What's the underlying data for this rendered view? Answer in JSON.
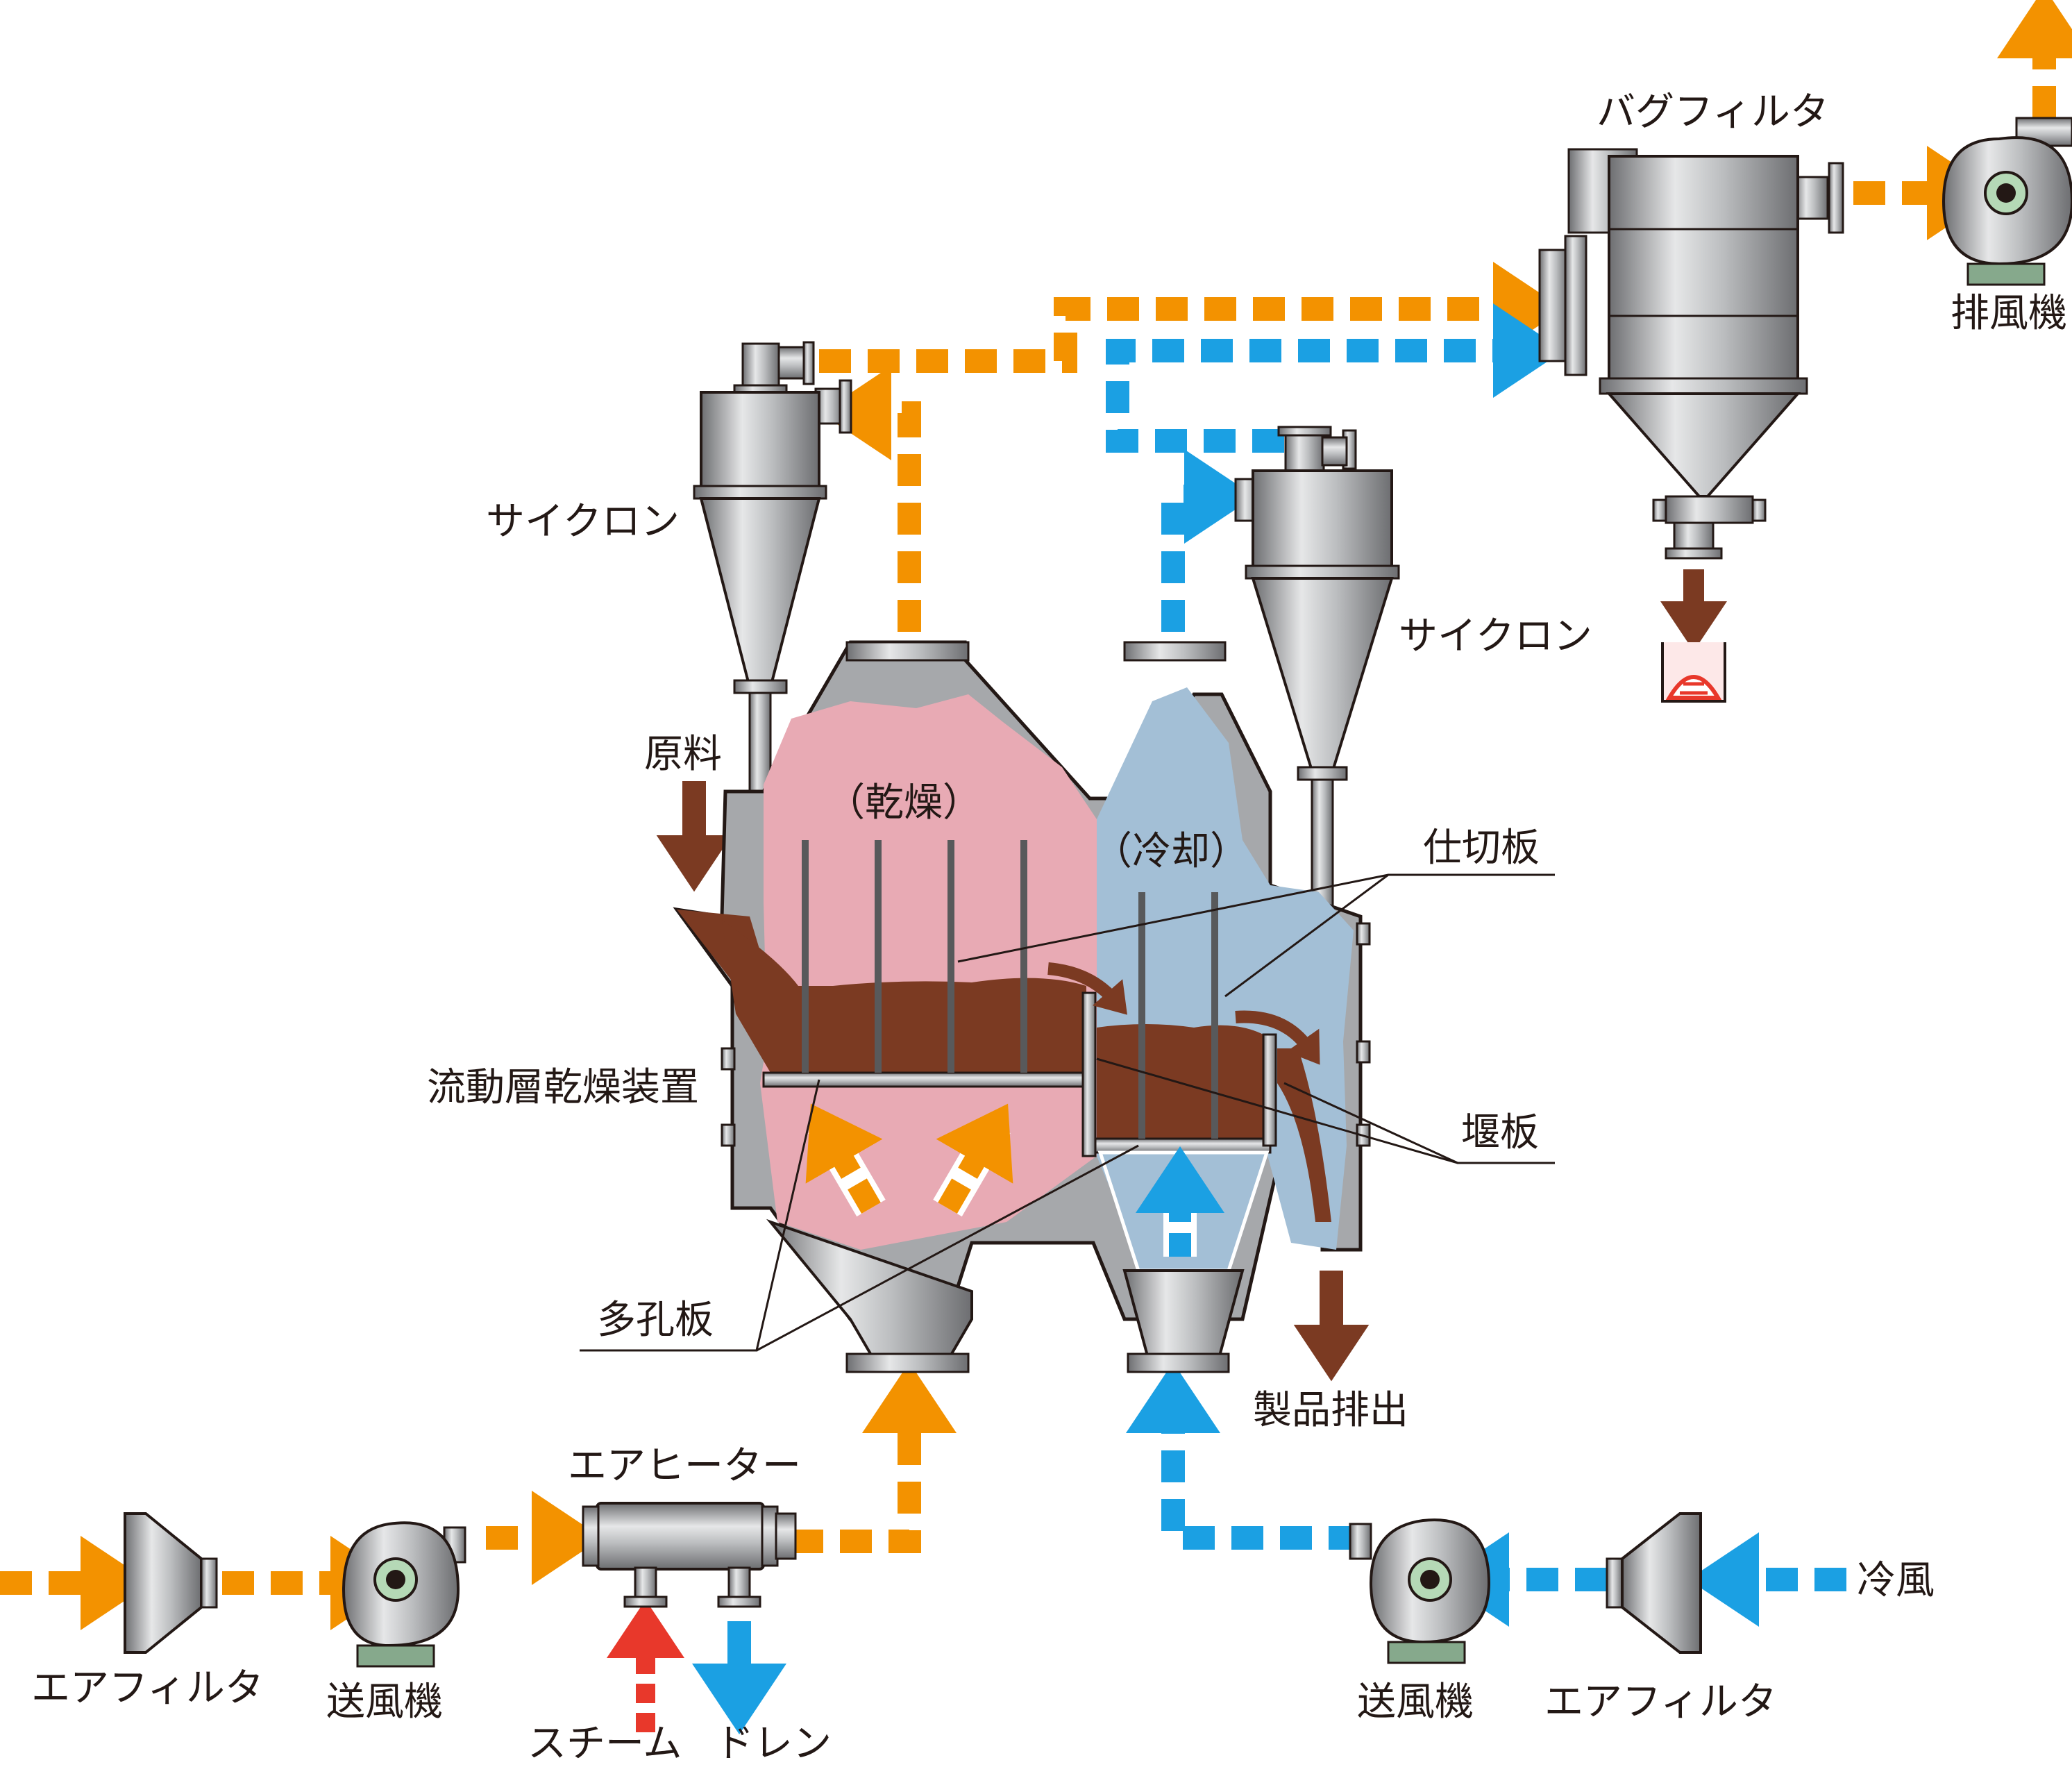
{
  "colors": {
    "hot_air": "#f39200",
    "cold_air": "#1ba0e3",
    "steam": "#e8382b",
    "drain": "#1ba0e3",
    "product": "#7b3a22",
    "dry_zone": "#e8aab4",
    "cool_zone": "#a3bfd6",
    "metal": "#a6a8ab",
    "metal_dark": "#58595b",
    "base": "#86a98c"
  },
  "labels": {
    "bag_filter": "バグフィルタ",
    "exhaust_fan": "排風機",
    "cyclone_left": "サイクロン",
    "cyclone_right": "サイクロン",
    "raw_material": "原料",
    "drying": "（乾燥）",
    "cooling": "（冷却）",
    "partition_plate": "仕切板",
    "dryer": "流動層乾燥装置",
    "weir_plate": "堰板",
    "perforated_plate": "多孔板",
    "product_discharge": "製品排出",
    "air_heater": "エアヒーター",
    "air_filter_left": "エアフィルタ",
    "blower_left": "送風機",
    "steam": "スチーム",
    "drain": "ドレン",
    "blower_right": "送風機",
    "air_filter_right": "エアフィルタ",
    "cold_air": "冷風"
  }
}
